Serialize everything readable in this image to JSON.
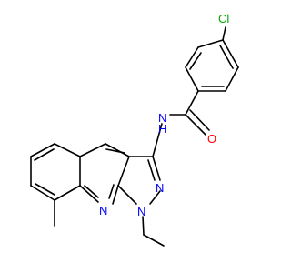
{
  "molecule": {
    "colors": {
      "bond": "#000000",
      "carbon": "#000000",
      "nitrogen": "#0000ff",
      "oxygen": "#ff0000",
      "chlorine": "#00aa00"
    },
    "atoms": {
      "cl": "Cl",
      "o": "O",
      "nh": "N",
      "h": "H",
      "n_pyrazole": "N",
      "n_ethyl": "N",
      "n_pyridine": "N"
    }
  }
}
